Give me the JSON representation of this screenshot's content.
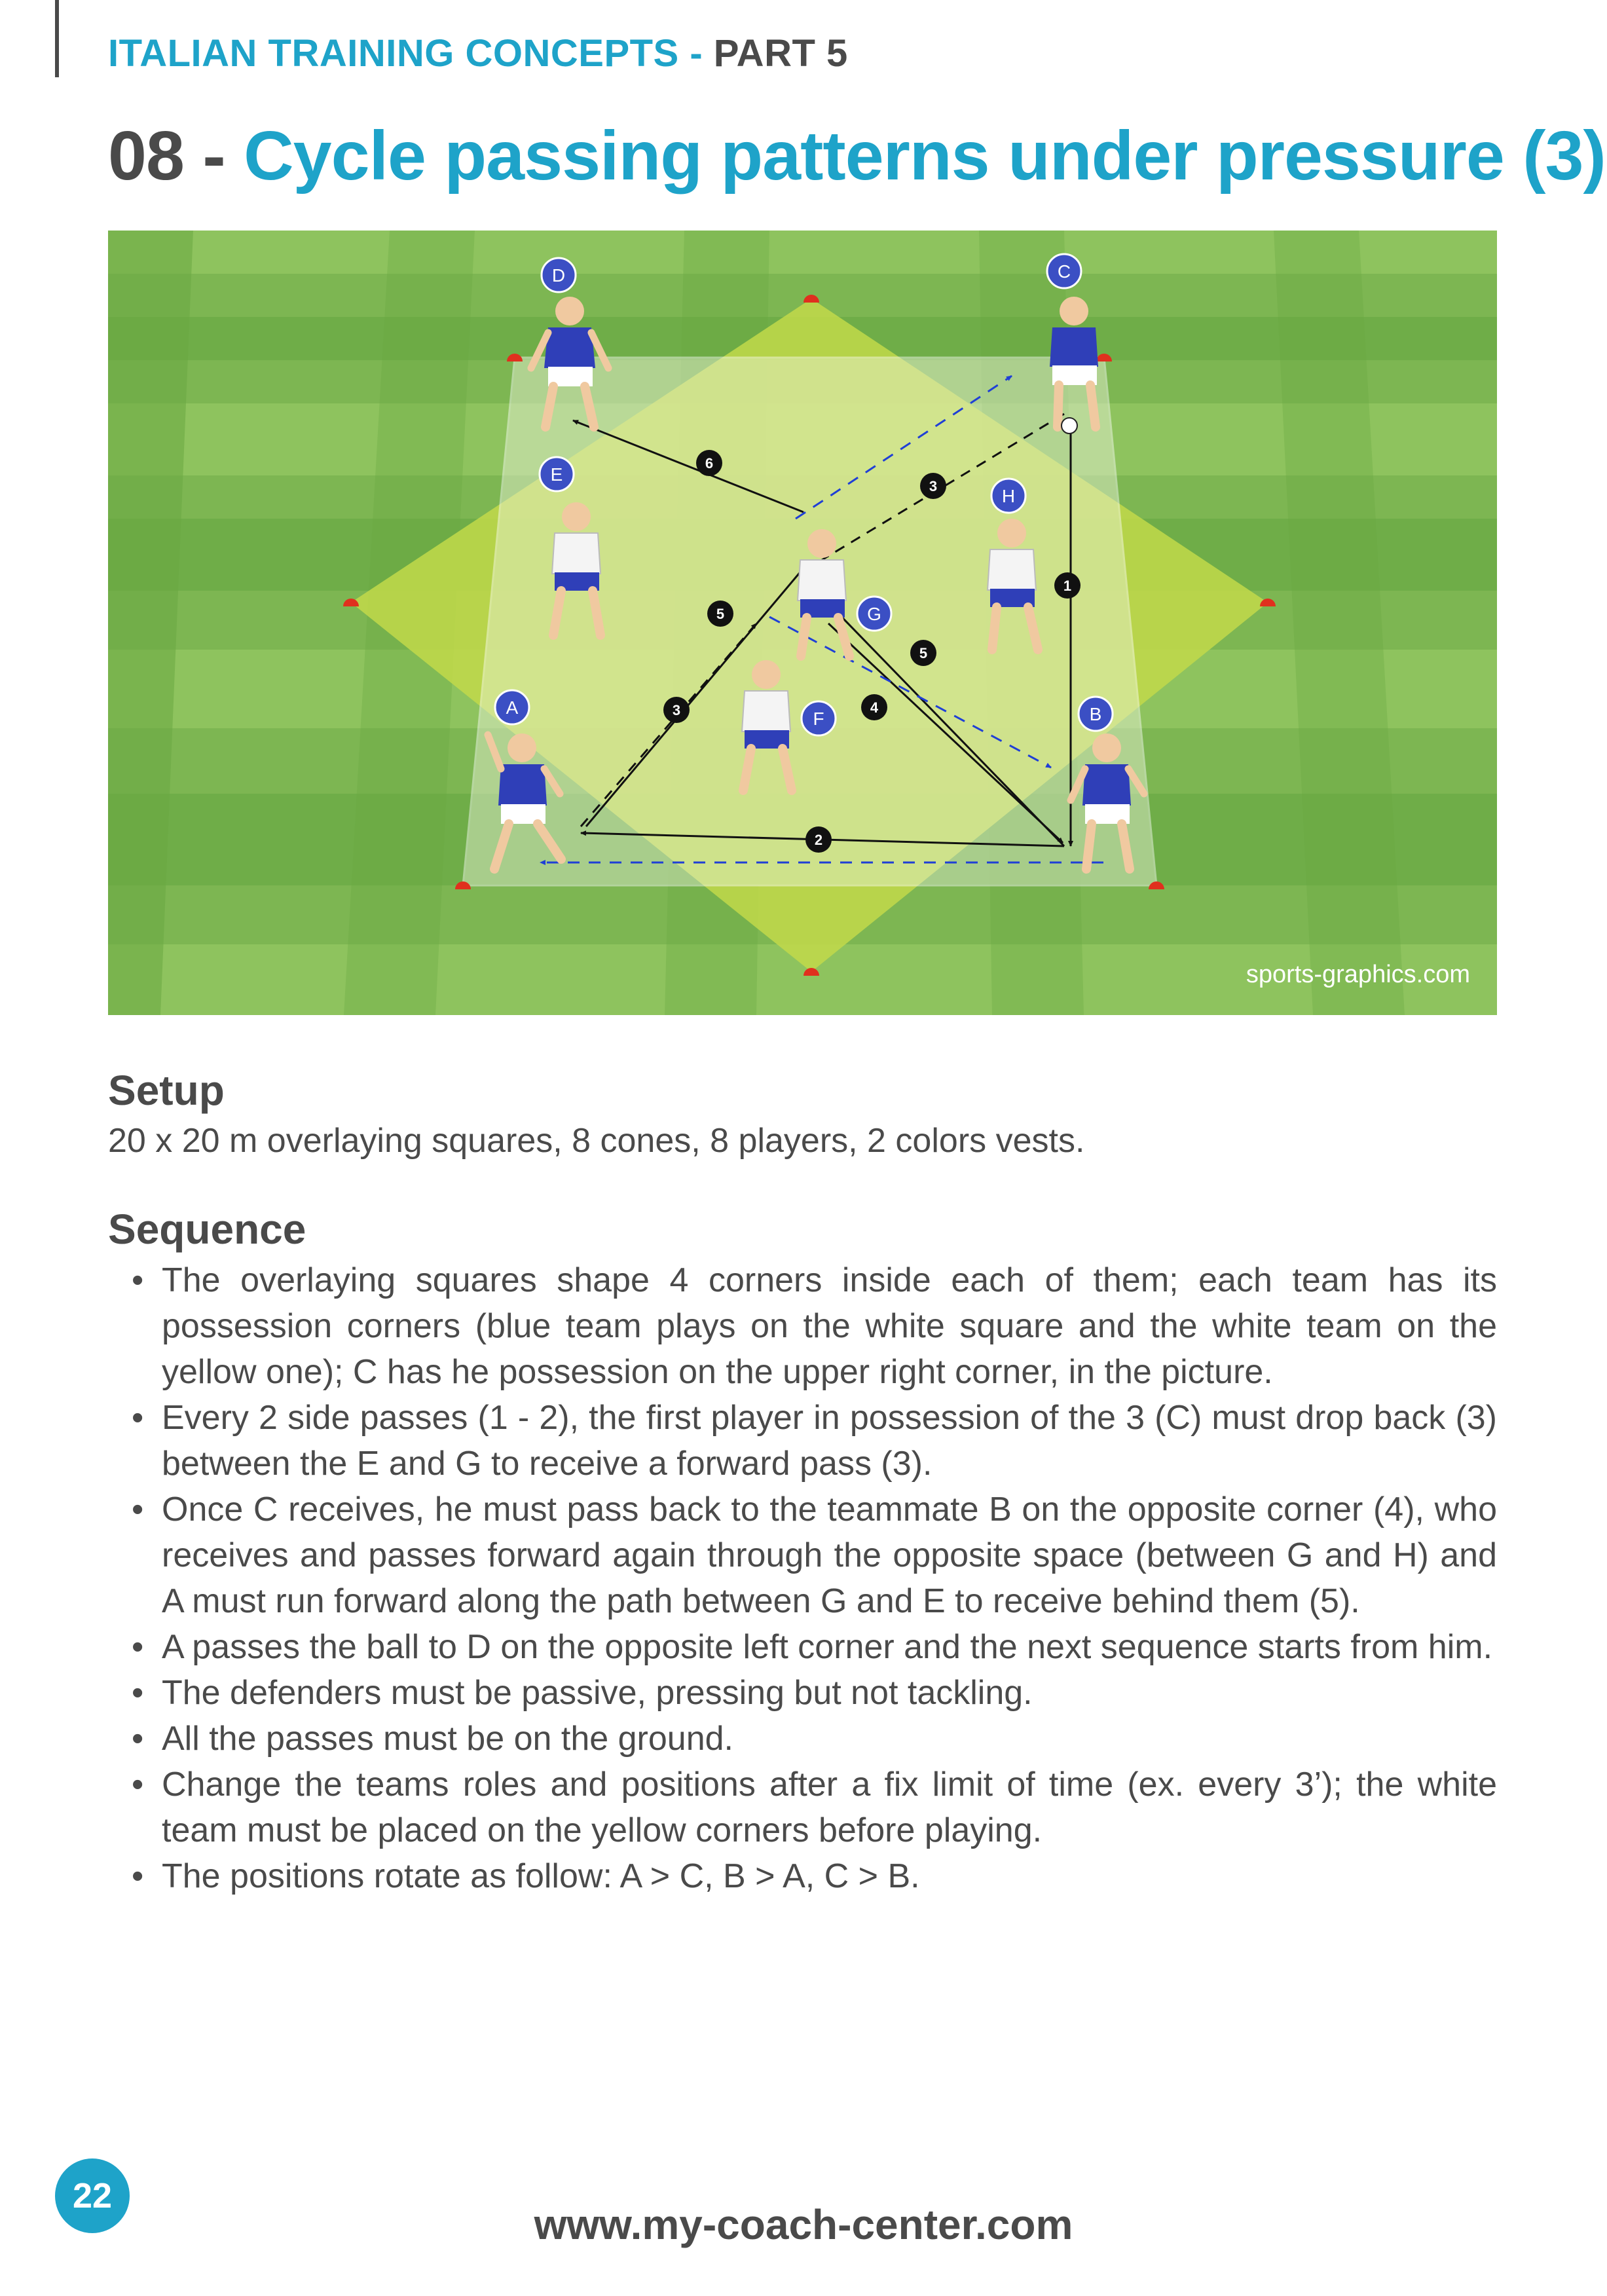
{
  "header": {
    "series": "ITALIAN TRAINING CONCEPTS",
    "separator": " - ",
    "part": "PART 5"
  },
  "drill": {
    "number": "08",
    "dash": " - ",
    "name": "Cycle passing patterns under pressure (3)"
  },
  "diagram": {
    "watermark": "sports-graphics.com",
    "player_labels": [
      "A",
      "B",
      "C",
      "D",
      "E",
      "F",
      "G",
      "H"
    ],
    "pass_numbers": [
      "1",
      "2",
      "3",
      "3",
      "4",
      "5",
      "5",
      "6"
    ],
    "colors": {
      "pitch_dark": "#6fad48",
      "pitch_light": "#8dc15c",
      "yellow_square": "#c2d94a",
      "white_square": "#e8f1d2",
      "cone": "#e0301e",
      "label_badge": "#3b4fc4",
      "blue_kit": "#2f3fb8",
      "white_kit": "#f4f4f4",
      "dashed_run": "#1f3fd6"
    }
  },
  "setup": {
    "heading": "Setup",
    "text": "20 x 20 m overlaying squares, 8 cones, 8 players, 2 colors vests."
  },
  "sequence": {
    "heading": "Sequence",
    "items": [
      "The overlaying squares shape 4 corners inside each of them; each team has its possession corners (blue team plays on the white square and the white team on the yellow one); C has he possession on the upper right corner, in the picture.",
      "Every 2 side passes (1 - 2), the first player in possession of the 3 (C) must drop back (3) between the E and G to receive a forward pass (3).",
      "Once C receives, he must pass back to the teammate B on the opposite corner (4), who receives and passes forward again through the opposite space (between G and H) and A must run forward along the path between G and E to receive behind them (5).",
      "A passes the ball to D on the opposite left corner and the next sequence starts from him.",
      "The defenders must be passive, pressing but not tackling.",
      "All the passes must be on the ground.",
      "Change the teams roles and positions after a fix limit of time (ex. every 3’); the white team must be placed on the yellow corners before playing.",
      "The positions rotate as follow: A > C, B > A, C > B."
    ]
  },
  "footer": {
    "page_number": "22",
    "url": "www.my-coach-center.com"
  }
}
